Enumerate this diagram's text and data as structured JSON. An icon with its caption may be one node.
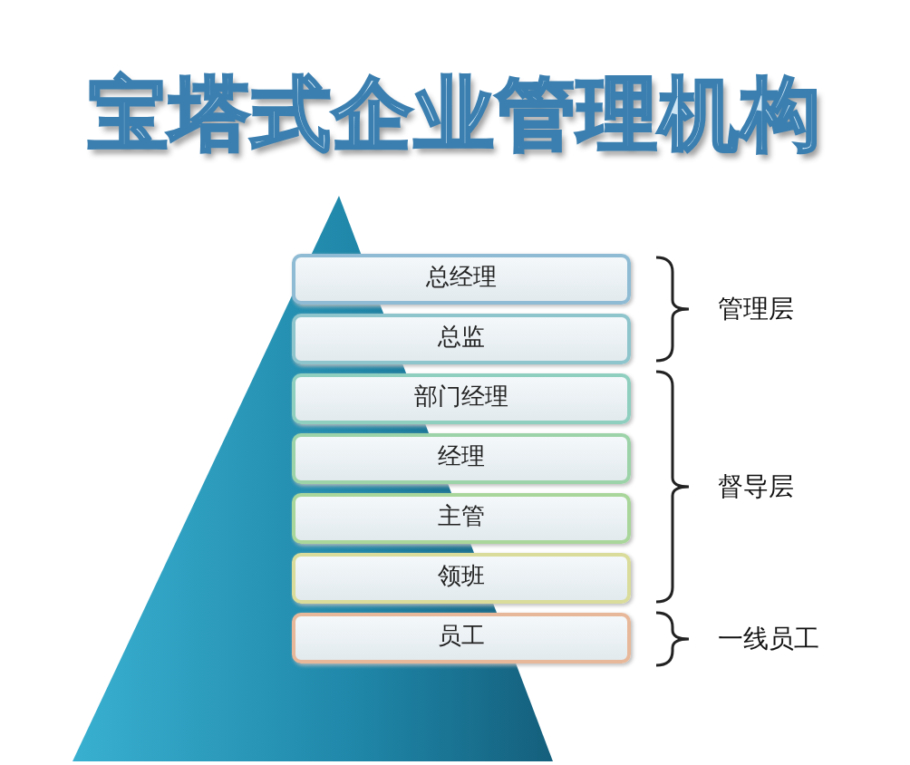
{
  "diagram": {
    "title": "宝塔式企业管理机构",
    "nodes": [
      {
        "text": [
          "总经理"
        ]
      },
      {
        "text": [
          "总监"
        ]
      },
      {
        "text": [
          "部门经理"
        ]
      },
      {
        "text": [
          "经理"
        ]
      },
      {
        "text": [
          "主管"
        ]
      },
      {
        "text": [
          "领班"
        ]
      },
      {
        "text": [
          "员工"
        ]
      }
    ],
    "labels": [
      "管理层",
      "督导层",
      "一线员工"
    ]
  }
}
